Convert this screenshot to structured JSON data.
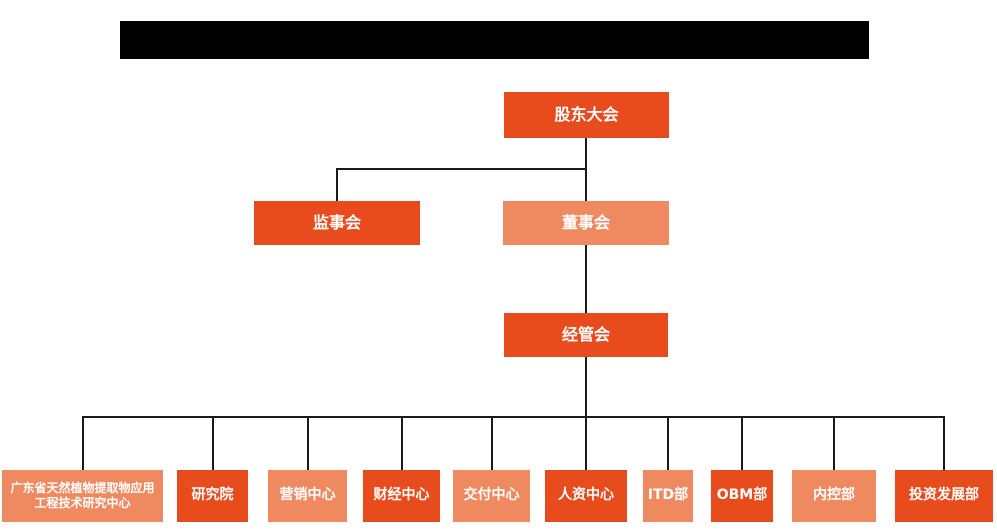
{
  "header": {
    "redacted_title": true
  },
  "colors": {
    "orange": "#e84b1c",
    "salmon": "#ef8a60",
    "connector": "#1a1a1a",
    "text": "#ffffff",
    "redacted": "#000000",
    "background": "#ffffff"
  },
  "org_chart": {
    "nodes": {
      "shareholders": {
        "label": "股东大会",
        "variant": "orange"
      },
      "supervisory": {
        "label": "监事会",
        "variant": "orange"
      },
      "board": {
        "label": "董事会",
        "variant": "salmon"
      },
      "management": {
        "label": "经管会",
        "variant": "orange"
      },
      "departments": [
        {
          "label": "广东省天然植物提取物应用工程技术研究中心",
          "variant": "salmon"
        },
        {
          "label": "研究院",
          "variant": "orange"
        },
        {
          "label": "营销中心",
          "variant": "salmon"
        },
        {
          "label": "财经中心",
          "variant": "orange"
        },
        {
          "label": "交付中心",
          "variant": "salmon"
        },
        {
          "label": "人资中心",
          "variant": "orange"
        },
        {
          "label": "ITD部",
          "variant": "salmon"
        },
        {
          "label": "OBM部",
          "variant": "orange"
        },
        {
          "label": "内控部",
          "variant": "salmon"
        },
        {
          "label": "投资发展部",
          "variant": "orange"
        }
      ]
    },
    "hierarchy": {
      "root": "股东大会",
      "children_of_root": [
        "监事会",
        "董事会"
      ],
      "child_of_board": "经管会",
      "children_of_management": [
        "广东省天然植物提取物应用工程技术研究中心",
        "研究院",
        "营销中心",
        "财经中心",
        "交付中心",
        "人资中心",
        "ITD部",
        "OBM部",
        "内控部",
        "投资发展部"
      ]
    }
  }
}
